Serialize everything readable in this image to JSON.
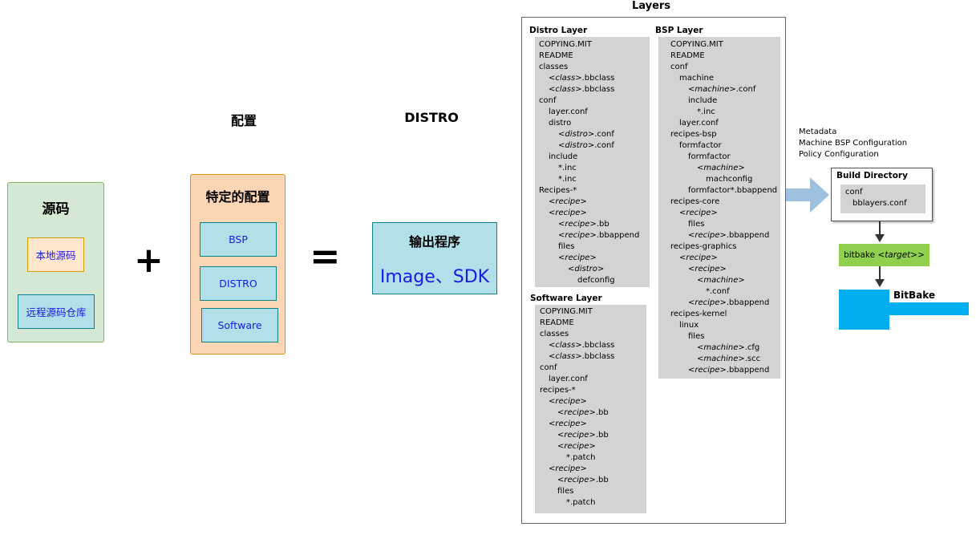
{
  "source": {
    "title": "源码",
    "local": "本地源码",
    "remote": "远程源码仓库"
  },
  "plus": "+",
  "config": {
    "heading": "配置",
    "title": "特定的配置",
    "items": [
      "BSP",
      "DISTRO",
      "Software"
    ]
  },
  "equals": "=",
  "output": {
    "heading": "DISTRO",
    "title": "输出程序",
    "content": "Image、SDK"
  },
  "layers": {
    "title": "Layers",
    "distro": {
      "title": "Distro Layer",
      "lines": [
        {
          "indent": 0,
          "pre": "COPYING.MIT",
          "it": "",
          "post": ""
        },
        {
          "indent": 0,
          "pre": "README",
          "it": "",
          "post": ""
        },
        {
          "indent": 0,
          "pre": "classes",
          "it": "",
          "post": ""
        },
        {
          "indent": 1,
          "pre": "",
          "it": "<class>",
          "post": ".bbclass"
        },
        {
          "indent": 1,
          "pre": "",
          "it": "<class>",
          "post": ".bbclass"
        },
        {
          "indent": 0,
          "pre": "conf",
          "it": "",
          "post": ""
        },
        {
          "indent": 1,
          "pre": "layer.conf",
          "it": "",
          "post": ""
        },
        {
          "indent": 1,
          "pre": "distro",
          "it": "",
          "post": ""
        },
        {
          "indent": 2,
          "pre": "",
          "it": "<distro>",
          "post": ".conf"
        },
        {
          "indent": 2,
          "pre": "",
          "it": "<distro>",
          "post": ".conf"
        },
        {
          "indent": 1,
          "pre": "include",
          "it": "",
          "post": ""
        },
        {
          "indent": 2,
          "pre": "*.inc",
          "it": "",
          "post": ""
        },
        {
          "indent": 2,
          "pre": "*.inc",
          "it": "",
          "post": ""
        },
        {
          "indent": 0,
          "pre": "Recipes-*",
          "it": "",
          "post": ""
        },
        {
          "indent": 1,
          "pre": "",
          "it": "<recipe>",
          "post": ""
        },
        {
          "indent": 1,
          "pre": "",
          "it": "<recipe>",
          "post": ""
        },
        {
          "indent": 2,
          "pre": "",
          "it": "<recipe>",
          "post": ".bb"
        },
        {
          "indent": 2,
          "pre": "",
          "it": "<recipe>",
          "post": ".bbappend"
        },
        {
          "indent": 2,
          "pre": "files",
          "it": "",
          "post": ""
        },
        {
          "indent": 2,
          "pre": "",
          "it": "<recipe>",
          "post": ""
        },
        {
          "indent": 3,
          "pre": "",
          "it": "<distro>",
          "post": ""
        },
        {
          "indent": 4,
          "pre": "defconfig",
          "it": "",
          "post": ""
        }
      ]
    },
    "bsp": {
      "title": "BSP Layer",
      "lines": [
        {
          "indent": 0,
          "pre": "COPYING.MIT",
          "it": "",
          "post": ""
        },
        {
          "indent": 0,
          "pre": "README",
          "it": "",
          "post": ""
        },
        {
          "indent": 0,
          "pre": "conf",
          "it": "",
          "post": ""
        },
        {
          "indent": 1,
          "pre": "machine",
          "it": "",
          "post": ""
        },
        {
          "indent": 2,
          "pre": "",
          "it": "<machine>",
          "post": ".conf"
        },
        {
          "indent": 2,
          "pre": "include",
          "it": "",
          "post": ""
        },
        {
          "indent": 3,
          "pre": "*.inc",
          "it": "",
          "post": ""
        },
        {
          "indent": 1,
          "pre": "layer.conf",
          "it": "",
          "post": ""
        },
        {
          "indent": 0,
          "pre": "recipes-bsp",
          "it": "",
          "post": ""
        },
        {
          "indent": 1,
          "pre": "formfactor",
          "it": "",
          "post": ""
        },
        {
          "indent": 2,
          "pre": "formfactor",
          "it": "",
          "post": ""
        },
        {
          "indent": 3,
          "pre": "",
          "it": "<machine>",
          "post": ""
        },
        {
          "indent": 4,
          "pre": "machconfig",
          "it": "",
          "post": ""
        },
        {
          "indent": 2,
          "pre": "formfactor*.bbappend",
          "it": "",
          "post": ""
        },
        {
          "indent": 0,
          "pre": "recipes-core",
          "it": "",
          "post": ""
        },
        {
          "indent": 1,
          "pre": "",
          "it": "<recipe>",
          "post": ""
        },
        {
          "indent": 2,
          "pre": "files",
          "it": "",
          "post": ""
        },
        {
          "indent": 2,
          "pre": "",
          "it": "<recipe>",
          "post": ".bbappend"
        },
        {
          "indent": 0,
          "pre": "recipes-graphics",
          "it": "",
          "post": ""
        },
        {
          "indent": 1,
          "pre": "",
          "it": "<recipe>",
          "post": ""
        },
        {
          "indent": 2,
          "pre": "",
          "it": "<recipe>",
          "post": ""
        },
        {
          "indent": 3,
          "pre": "",
          "it": "<machine>",
          "post": ""
        },
        {
          "indent": 4,
          "pre": "*.conf",
          "it": "",
          "post": ""
        },
        {
          "indent": 2,
          "pre": "",
          "it": "<recipe>",
          "post": ".bbappend"
        },
        {
          "indent": 0,
          "pre": "recipes-kernel",
          "it": "",
          "post": ""
        },
        {
          "indent": 1,
          "pre": "linux",
          "it": "",
          "post": ""
        },
        {
          "indent": 2,
          "pre": "files",
          "it": "",
          "post": ""
        },
        {
          "indent": 3,
          "pre": "",
          "it": "<machine>",
          "post": ".cfg"
        },
        {
          "indent": 3,
          "pre": "",
          "it": "<machine>",
          "post": ".scc"
        },
        {
          "indent": 2,
          "pre": "",
          "it": "<recipe>",
          "post": ".bbappend"
        }
      ]
    },
    "software": {
      "title": "Software Layer",
      "lines": [
        {
          "indent": 0,
          "pre": "COPYING.MIT",
          "it": "",
          "post": ""
        },
        {
          "indent": 0,
          "pre": "README",
          "it": "",
          "post": ""
        },
        {
          "indent": 0,
          "pre": "classes",
          "it": "",
          "post": ""
        },
        {
          "indent": 1,
          "pre": "",
          "it": "<class>",
          "post": ".bbclass"
        },
        {
          "indent": 1,
          "pre": "",
          "it": "<class>",
          "post": ".bbclass"
        },
        {
          "indent": 0,
          "pre": "conf",
          "it": "",
          "post": ""
        },
        {
          "indent": 1,
          "pre": "layer.conf",
          "it": "",
          "post": ""
        },
        {
          "indent": 0,
          "pre": "recipes-*",
          "it": "",
          "post": ""
        },
        {
          "indent": 1,
          "pre": "",
          "it": "<recipe>",
          "post": ""
        },
        {
          "indent": 2,
          "pre": "",
          "it": "<recipe>",
          "post": ".bb"
        },
        {
          "indent": 1,
          "pre": "",
          "it": "<recipe>",
          "post": ""
        },
        {
          "indent": 2,
          "pre": "",
          "it": "<recipe>",
          "post": ".bb"
        },
        {
          "indent": 2,
          "pre": "",
          "it": "<recipe>",
          "post": ""
        },
        {
          "indent": 3,
          "pre": "*.patch",
          "it": "",
          "post": ""
        },
        {
          "indent": 1,
          "pre": "",
          "it": "<recipe>",
          "post": ""
        },
        {
          "indent": 2,
          "pre": "",
          "it": "<recipe>",
          "post": ".bb"
        },
        {
          "indent": 2,
          "pre": "files",
          "it": "",
          "post": ""
        },
        {
          "indent": 3,
          "pre": "*.patch",
          "it": "",
          "post": ""
        }
      ]
    }
  },
  "metadata": {
    "lines": [
      "Metadata",
      "Machine BSP Configuration",
      "Policy Configuration"
    ]
  },
  "build_dir": {
    "title": "Build Directory",
    "lines": [
      "conf",
      "bblayers.conf"
    ]
  },
  "bitbake_cmd": {
    "pre": "bitbake ",
    "it": "<target>",
    "post": ">"
  },
  "bitbake": {
    "label": "BitBake"
  },
  "colors": {
    "source_bg": "#d5e8d4",
    "source_border": "#82b366",
    "local_bg": "#ffe6cc",
    "local_border": "#d79b00",
    "remote_bg": "#b1e0e8",
    "remote_border": "#0e8088",
    "config_bg": "#fcd5b4",
    "config_border": "#d79b00",
    "item_bg": "#b1e0e8",
    "item_border": "#0e8088",
    "blue_text": "#1a1ae6",
    "tree_bg": "#d3d3d3",
    "green": "#8fd14f",
    "bitbake_blue": "#00aeef",
    "arrow_blue": "#9ec1df"
  }
}
